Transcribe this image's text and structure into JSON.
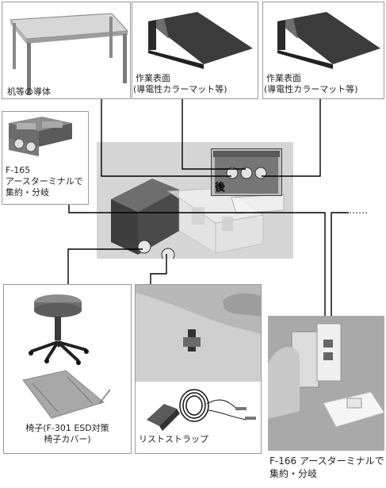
{
  "panels": {
    "desk": {
      "label": "机等の導体"
    },
    "mat1": {
      "label_line1": "作業表面",
      "label_line2": "(導電性カラーマット等)"
    },
    "mat2": {
      "label_line1": "作業表面",
      "label_line2": "(導電性カラーマット等)"
    },
    "f165": {
      "label_line1": "F-165",
      "label_line2": "アースターミナルで",
      "label_line3": "集約・分岐"
    },
    "chair": {
      "label_line1": "椅子(F-301 ESD対策",
      "label_line2": "椅子カバー)"
    },
    "wrist": {
      "label": "リストストラップ"
    },
    "f166": {
      "label_line1": "F-166 アースターミナルで",
      "label_line2": "集約・分岐"
    }
  },
  "center": {
    "back_label": "後"
  },
  "continuation": "……"
}
